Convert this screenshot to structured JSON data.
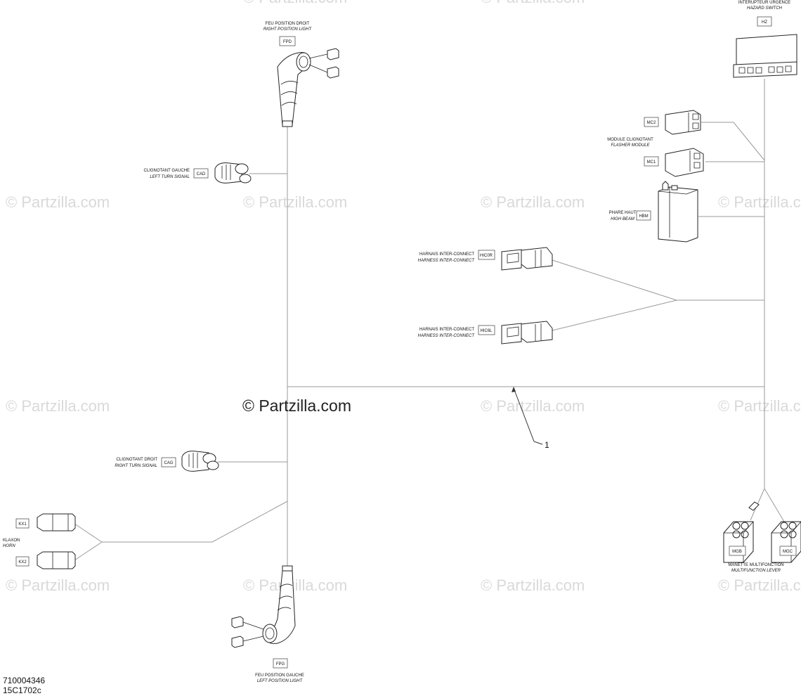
{
  "watermark": "© Partzilla.com",
  "watermark_main": "© Partzilla.com",
  "reference_callout": "1",
  "part_numbers": [
    "710004346",
    "15C1702c"
  ],
  "components": {
    "right_position_light": {
      "label_fr": "FEU POSITION DROIT",
      "label_en": "RIGHT POSITION LIGHT",
      "code": "FPD"
    },
    "left_turn_signal": {
      "label_fr": "CLIGNOTANT GAUCHE",
      "label_en": "LEFT TURN SIGNAL",
      "code": "CAD"
    },
    "right_turn_signal": {
      "label_fr": "CLIGNOTANT DROIT",
      "label_en": "RIGHT TURN SIGNAL",
      "code": "CAG"
    },
    "horn": {
      "label_fr": "KLAXON",
      "label_en": "HORN",
      "codes": [
        "KX1",
        "KX2"
      ]
    },
    "left_position_light": {
      "label_fr": "FEU POSITION GAUCHE",
      "label_en": "LEFT POSITION LIGHT",
      "code": "FPG"
    },
    "hazard_switch": {
      "label_fr": "INTERUPTEUR URGENCE",
      "label_en": "HAZARD SWITCH",
      "code": "HZ"
    },
    "flasher_module": {
      "label_fr": "MODULE CLIGNOTANT",
      "label_en": "FLASHER MODULE",
      "codes": [
        "MC2",
        "MC1"
      ]
    },
    "high_beam": {
      "label_fr": "PHARE HAUT",
      "label_en": "HIGH BEAM",
      "code": "HBM"
    },
    "harness_interconnect_r": {
      "label_fr": "HARNAIS INTER-CONNECT",
      "label_en": "HARNESS INTER-CONNECT",
      "code": "HIC0R"
    },
    "harness_interconnect_l": {
      "label_fr": "HARNAIS INTER-CONNECT",
      "label_en": "HARNESS INTER-CONNECT",
      "code": "HIC6L"
    },
    "multifunction_lever": {
      "label_fr": "MANETTE MULTIFONCTION",
      "label_en": "MULTIFUNCTION LEVER",
      "codes": [
        "MGB",
        "MGC"
      ]
    }
  }
}
